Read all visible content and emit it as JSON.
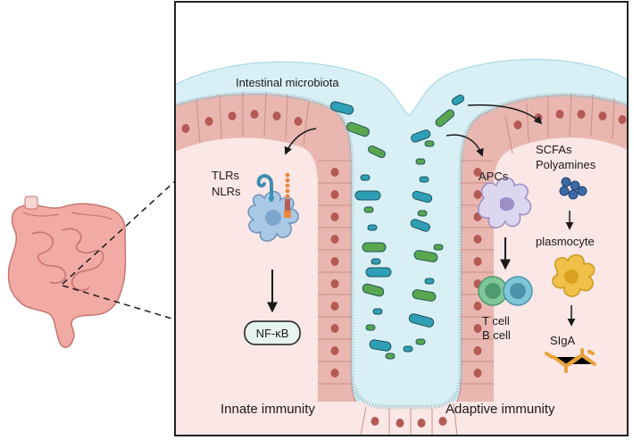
{
  "labels": {
    "intestinal_microbiota": "Intestinal microbiota",
    "tlrs": "TLRs",
    "nlrs": "NLRs",
    "nfkb": "NF-κB",
    "apcs": "APCs",
    "t_cell": "T cell",
    "b_cell": "B cell",
    "scfas": "SCFAs",
    "polyamines": "Polyamines",
    "plasmocyte": "plasmocyte",
    "siga": "SIgA",
    "innate_immunity": "Innate immunity",
    "adaptive_immunity": "Adaptive immunity"
  },
  "colors": {
    "frame_border": "#222222",
    "lumen": "#d8f0f5",
    "mucus_outer": "#cdebf2",
    "epithelium": "#e9b7b0",
    "epithelium_nuclei": "#b45a55",
    "lamina": "#fbe7e6",
    "bacteria_teal": "#2e9fb4",
    "bacteria_green": "#5aa64e",
    "immune_cell": "#a9c8e6",
    "t_cell": "#7fc69a",
    "b_cell": "#7fc6d9",
    "plasmocyte": "#f1c048",
    "scfa": "#3b6aa6",
    "siga": "#e8a23a",
    "intestine": "#f2aaa4"
  }
}
